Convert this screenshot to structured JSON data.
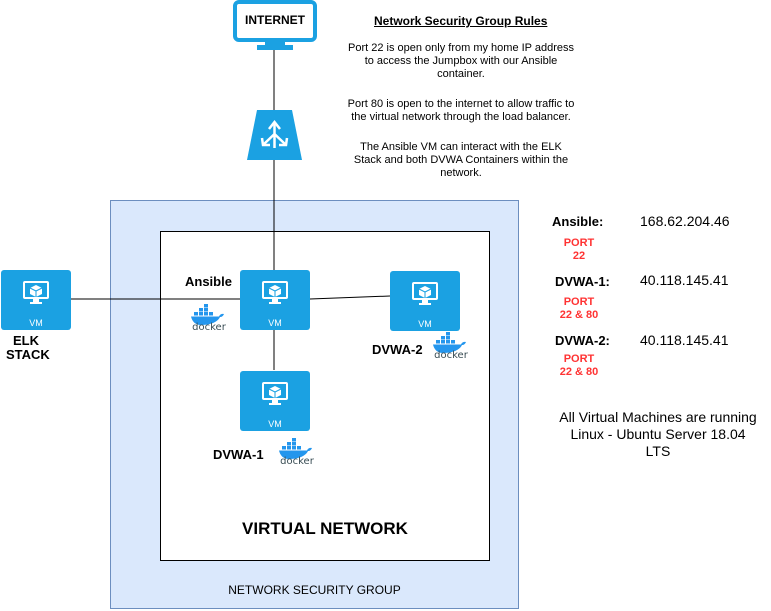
{
  "internet": {
    "label": "INTERNET"
  },
  "rules": {
    "title": "Network Security Group Rules",
    "rule1": [
      "Port 22 is open only from my home IP address",
      "to access the Jumpbox with our Ansible",
      "container."
    ],
    "rule2": [
      "Port 80 is open to the internet to allow traffic to",
      "the virtual network through the load balancer."
    ],
    "rule3": [
      "The Ansible VM can interact with the ELK",
      "Stack and both DVWA Containers within the",
      "network."
    ]
  },
  "vm_icon_label": "VM",
  "docker_label": "docker",
  "nodes": {
    "elk": {
      "name_line1": "ELK",
      "name_line2": "STACK"
    },
    "ansible": {
      "name": "Ansible"
    },
    "dvwa1": {
      "name": "DVWA-1"
    },
    "dvwa2": {
      "name": "DVWA-2"
    }
  },
  "virtual_network": {
    "label": "VIRTUAL NETWORK"
  },
  "nsg": {
    "label": "NETWORK SECURITY GROUP"
  },
  "ip_table": [
    {
      "name": "Ansible:",
      "ip": "168.62.204.46",
      "port_line1": "PORT",
      "port_line2": "22"
    },
    {
      "name": "DVWA-1:",
      "ip": "40.118.145.41",
      "port_line1": "PORT",
      "port_line2": "22 & 80"
    },
    {
      "name": "DVWA-2:",
      "ip": "40.118.145.41",
      "port_line1": "PORT",
      "port_line2": "22 & 80"
    }
  ],
  "os_note": [
    "All Virtual Machines are running",
    "Linux - Ubuntu Server 18.04",
    "LTS"
  ],
  "colors": {
    "azure_blue": "#1ba1e2",
    "nsg_fill": "#dae8fc",
    "nsg_border": "#6c8ebf",
    "port_red": "#ff3333",
    "docker_blue": "#2496ed"
  }
}
